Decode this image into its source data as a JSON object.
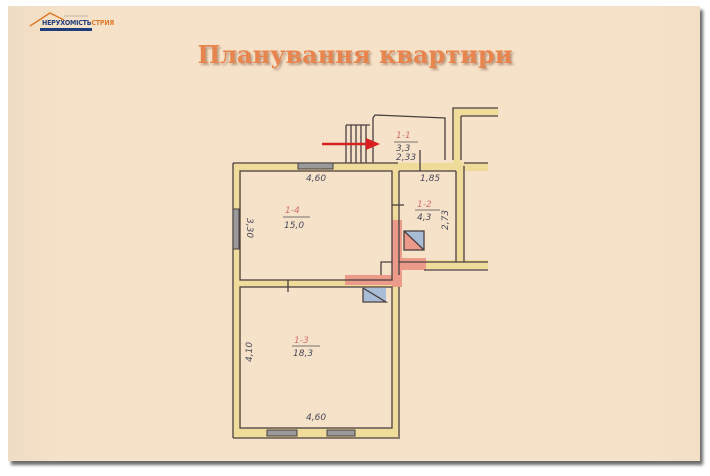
{
  "logo": {
    "primary": "НЕРУХОМІСТЬ",
    "accent": "СТРИЯ"
  },
  "title": "Планування квартири",
  "plan": {
    "rooms": [
      {
        "id": "1-1",
        "area": "3,3",
        "dims": [
          "2,33",
          "1,85"
        ]
      },
      {
        "id": "1-4",
        "area": "15,0",
        "dims": [
          "4,60",
          "3,30"
        ]
      },
      {
        "id": "1-2",
        "area": "4,3",
        "dims": [
          "2,73"
        ]
      },
      {
        "id": "1-3",
        "area": "18,3",
        "dims": [
          "4,60",
          "4,10"
        ]
      }
    ],
    "labels": {
      "r1_id": "1-1",
      "r1_area": "3,3",
      "r1_w": "2,33",
      "r4_id": "1-4",
      "r4_area": "15,0",
      "r4_w": "4,60",
      "r4_h": "3,30",
      "r2_id": "1-2",
      "r2_area": "4,3",
      "r2_w": "1,85",
      "r2_h": "2,73",
      "r3_id": "1-3",
      "r3_area": "18,3",
      "r3_w": "4,60",
      "r3_h": "4,10"
    },
    "colors": {
      "wall": "#4a4040",
      "wall_fill": "#f0dc9a",
      "pink": "#ec9a8a",
      "blue": "#a8bcd6",
      "arrow": "#d82020"
    }
  }
}
